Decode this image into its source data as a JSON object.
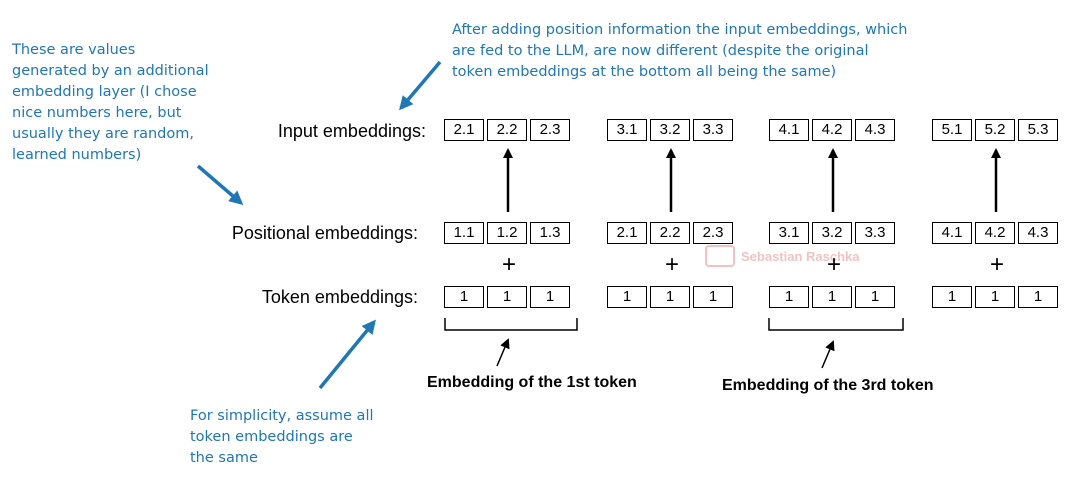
{
  "notes": {
    "top": "After adding position information the input embeddings, which\nare fed to the LLM, are now different (despite the original\ntoken embeddings at the bottom all being the same)",
    "left": "These are values\ngenerated by an additional\nembedding layer (I chose\nnice numbers here, but\nusually they are random,\nlearned numbers)",
    "bottom": "For simplicity, assume all\ntoken embeddings are\nthe same"
  },
  "rows": {
    "input_label": "Input embeddings:",
    "positional_label": "Positional embeddings:",
    "token_label": "Token embeddings:"
  },
  "tokens": [
    {
      "input": [
        "2.1",
        "2.2",
        "2.3"
      ],
      "positional": [
        "1.1",
        "1.2",
        "1.3"
      ],
      "token": [
        "1",
        "1",
        "1"
      ]
    },
    {
      "input": [
        "3.1",
        "3.2",
        "3.3"
      ],
      "positional": [
        "2.1",
        "2.2",
        "2.3"
      ],
      "token": [
        "1",
        "1",
        "1"
      ]
    },
    {
      "input": [
        "4.1",
        "4.2",
        "4.3"
      ],
      "positional": [
        "3.1",
        "3.2",
        "3.3"
      ],
      "token": [
        "1",
        "1",
        "1"
      ]
    },
    {
      "input": [
        "5.1",
        "5.2",
        "5.3"
      ],
      "positional": [
        "4.1",
        "4.2",
        "4.3"
      ],
      "token": [
        "1",
        "1",
        "1"
      ]
    }
  ],
  "plus_symbol": "+",
  "captions": {
    "first": "Embedding of the 1st token",
    "third": "Embedding of the 3rd token"
  },
  "watermark": "Sebastian Raschka",
  "colors": {
    "annotation": "#1f77b4",
    "watermark": "#d9534f"
  }
}
